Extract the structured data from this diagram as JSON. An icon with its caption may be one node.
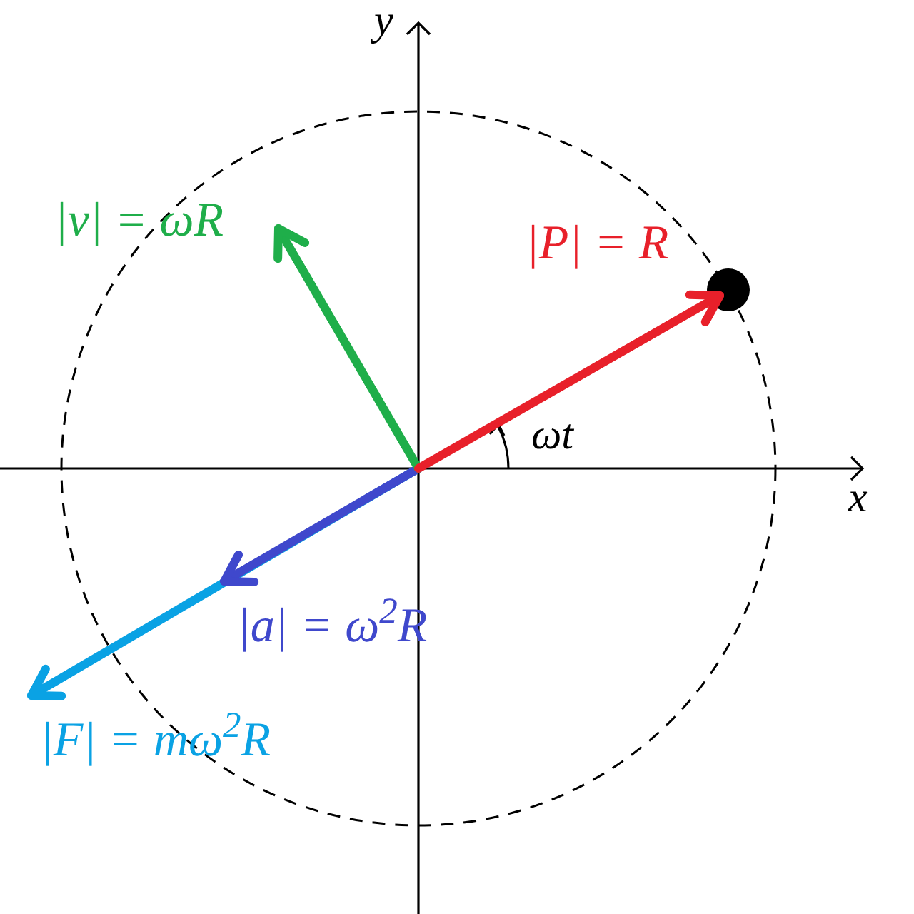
{
  "diagram": {
    "labels": [
      "y",
      "|v| = ωR",
      "|P| = R",
      "ωt",
      "x",
      "|a| = ω$^{2}$R",
      "|F| = mω$^{2}$R"
    ]
  }
}
